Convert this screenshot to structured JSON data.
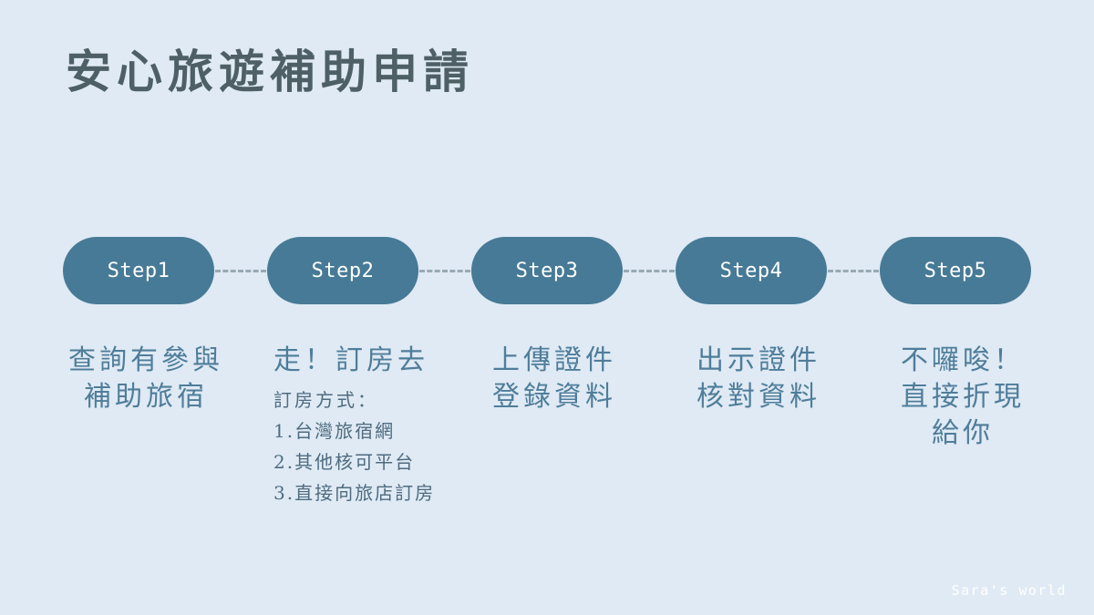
{
  "title": "安心旅遊補助申請",
  "steps": [
    {
      "label": "Step1",
      "text": "查詢有參與\n補助旅宿"
    },
    {
      "label": "Step2",
      "text": "走！訂房去"
    },
    {
      "label": "Step3",
      "text": "上傳證件\n登錄資料"
    },
    {
      "label": "Step4",
      "text": "出示證件\n核對資料"
    },
    {
      "label": "Step5",
      "text": "不囉唆！\n直接折現\n給你"
    }
  ],
  "booking": {
    "title": "訂房方式：",
    "items": [
      "1.台灣旅宿網",
      "2.其他核可平台",
      "3.直接向旅店訂房"
    ]
  },
  "footer": "Sara's world",
  "colors": {
    "background": "#dfeaf4",
    "pill": "#477a96",
    "title": "#4e5f66",
    "text": "#4f7d9a",
    "connector": "#9aa9b3"
  }
}
